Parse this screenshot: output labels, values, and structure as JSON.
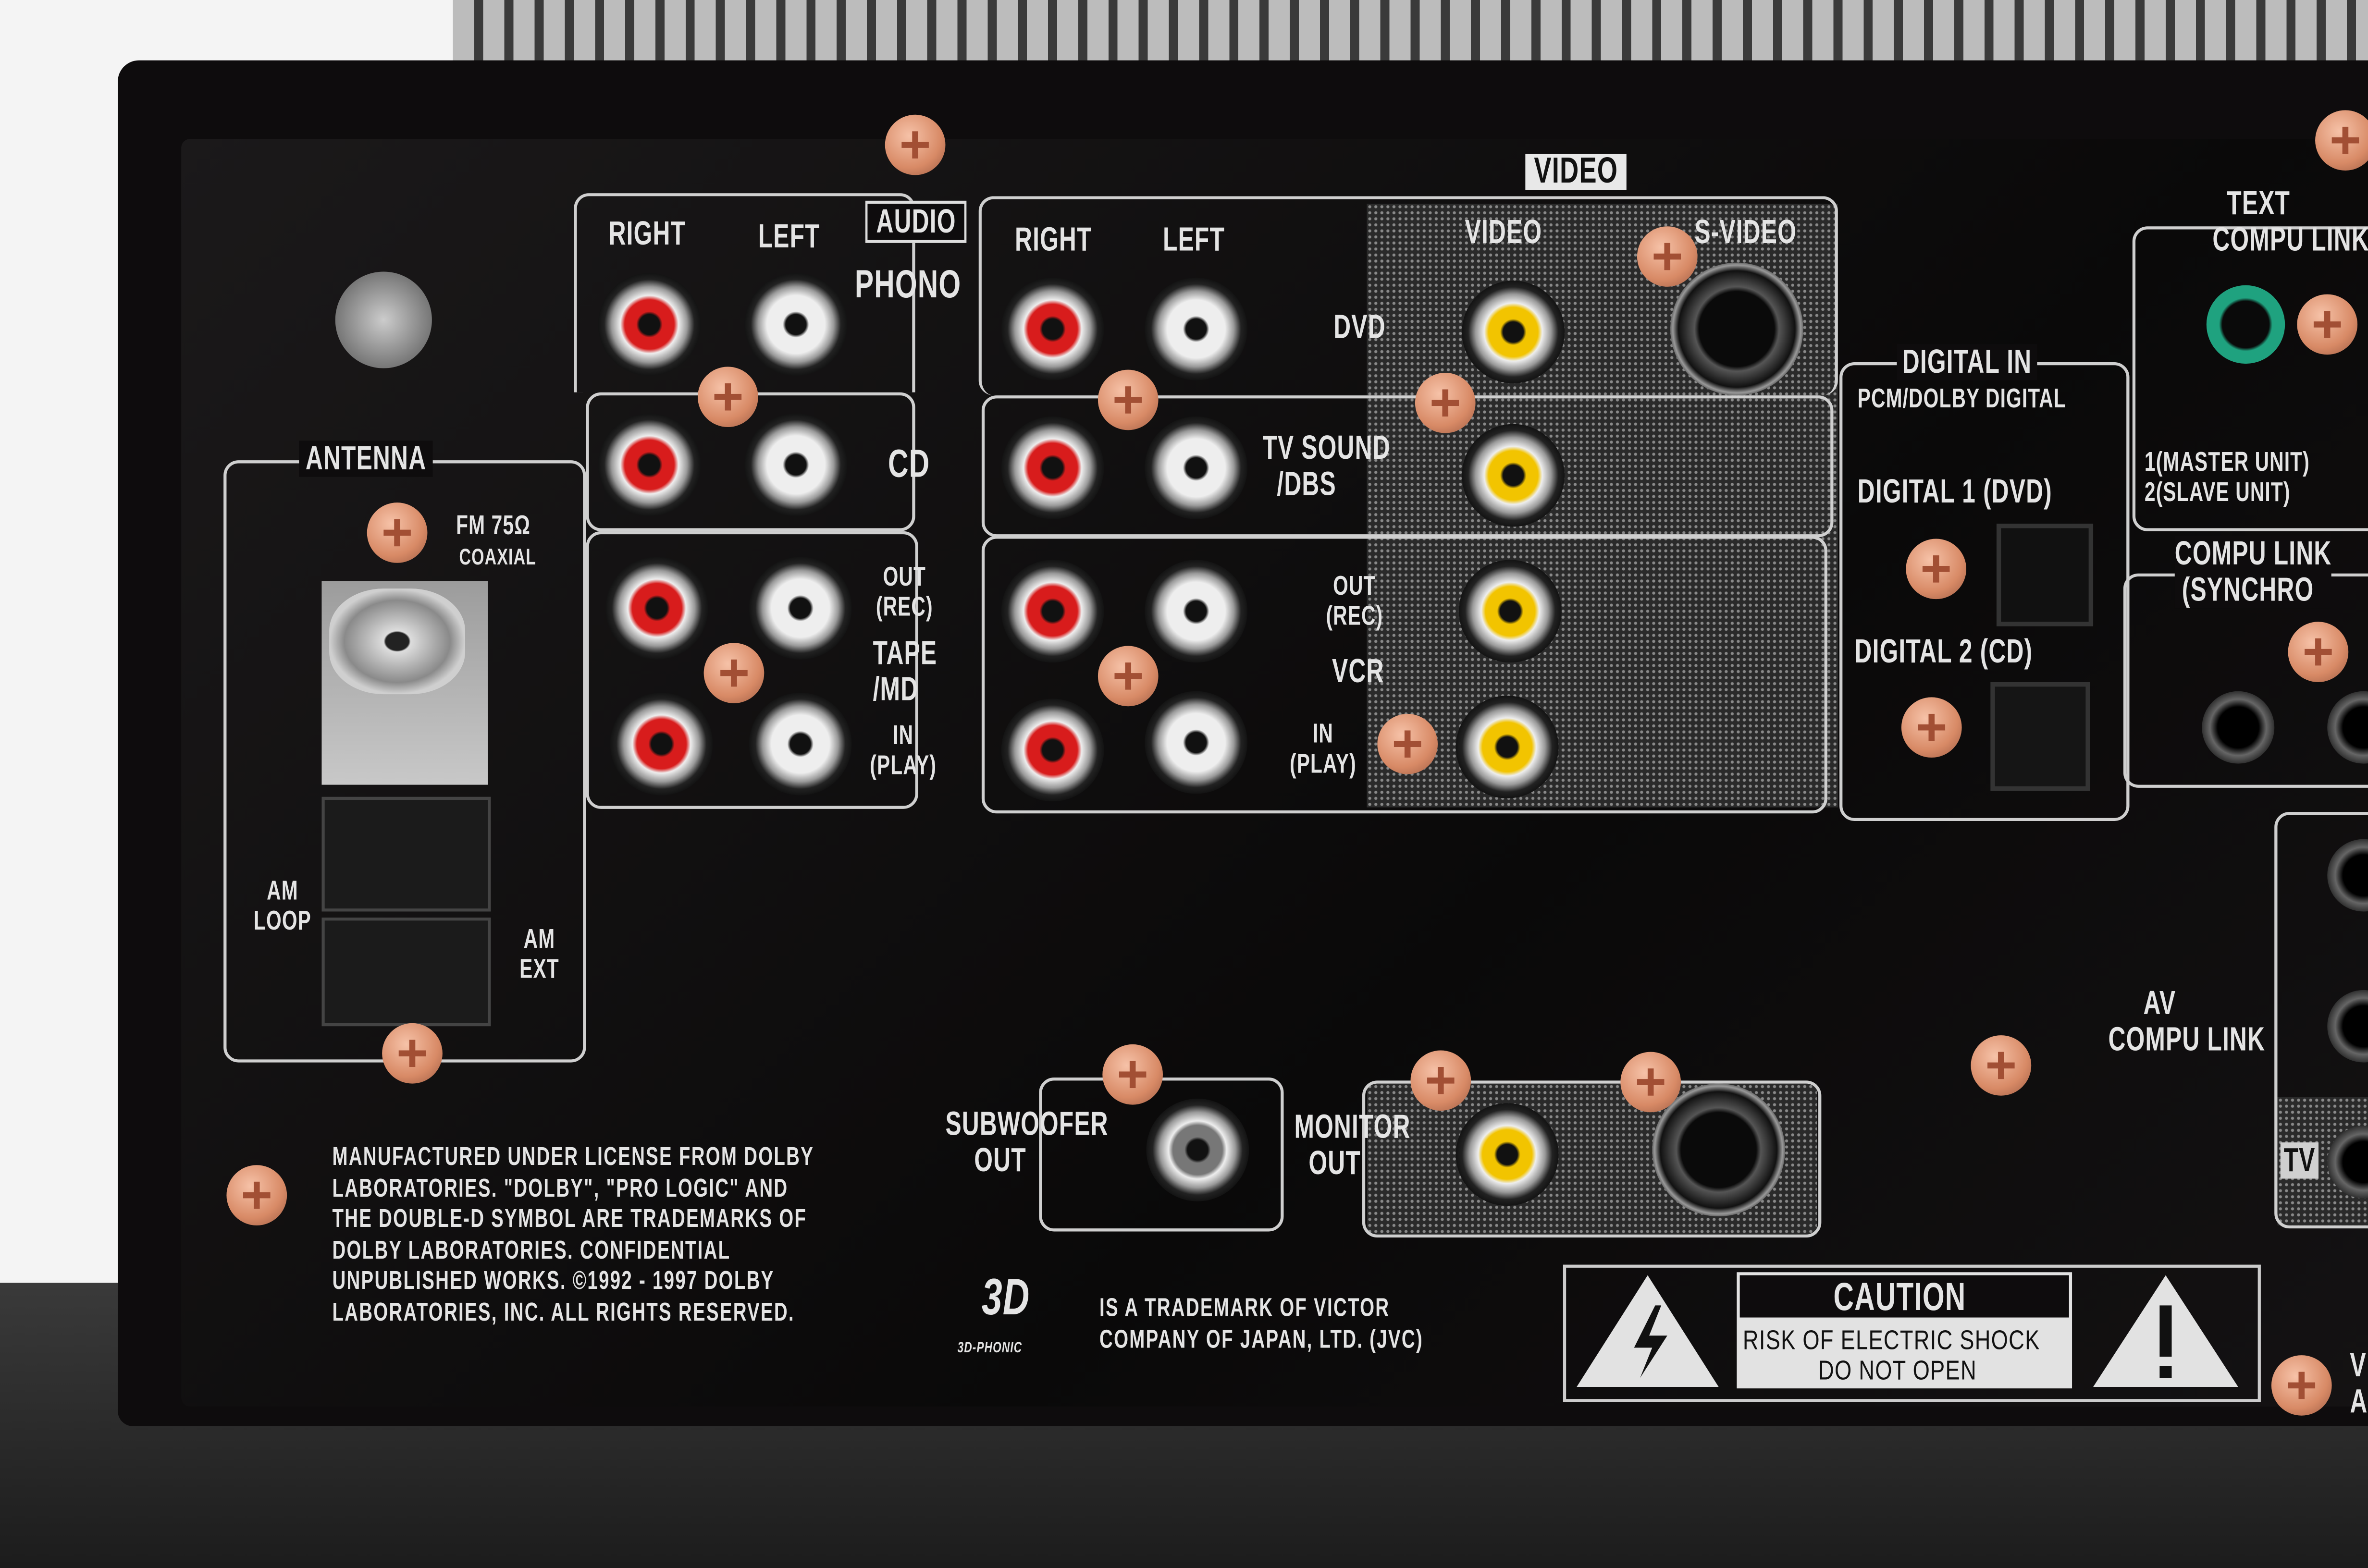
{
  "colors": {
    "panel": "#0e0c0d",
    "label": "#e4e4e4",
    "jack_red": "#d81c1c",
    "jack_white": "#eeeeee",
    "jack_yellow": "#f2c400",
    "jack_green": "#1fa27f",
    "screw": "#d88a66"
  },
  "audio": {
    "header": "AUDIO",
    "right": "RIGHT",
    "left": "LEFT",
    "phono": "PHONO",
    "cd": "CD",
    "tape_out": "OUT\n(REC)",
    "tape": "TAPE\n/MD",
    "tape_in": "IN\n(PLAY)",
    "right2": "RIGHT",
    "left2": "LEFT"
  },
  "video": {
    "header": "VIDEO",
    "video": "VIDEO",
    "svideo": "S-VIDEO",
    "dvd": "DVD",
    "tv_sound": "TV SOUND\n  /DBS",
    "vcr_out": "OUT\n(REC)",
    "vcr": "VCR",
    "vcr_in": "IN\n(PLAY)",
    "monitor_out": "MONITOR\n  OUT"
  },
  "antenna": {
    "header": "ANTENNA",
    "fm": "FM 75Ω",
    "coaxial": "COAXIAL",
    "am_loop": "AM\nLOOP",
    "am_ext": "AM\nEXT"
  },
  "subwoofer": "SUBWOOFER\n    OUT",
  "digital": {
    "header": "DIGITAL IN",
    "sub": "PCM/DOLBY DIGITAL",
    "d1": "DIGITAL 1 (DVD)",
    "d2": "DIGITAL 2 (CD)"
  },
  "compu": {
    "text_link": "  TEXT\nCOMPU LINK",
    "units": "1(MASTER UNIT)\n2(SLAVE UNIT)",
    "synchro": "COMPU LINK\n (SYNCHRO",
    "av_link": "     AV\nCOMPU LINK",
    "tv": "TV"
  },
  "dolby_notice": "MANUFACTURED UNDER LICENSE FROM DOLBY\nLABORATORIES. \"DOLBY\", \"PRO LOGIC\" AND\nTHE DOUBLE-D SYMBOL ARE TRADEMARKS OF\nDOLBY LABORATORIES. CONFIDENTIAL\nUNPUBLISHED WORKS. ©1992 - 1997 DOLBY\nLABORATORIES, INC. ALL RIGHTS RESERVED.",
  "phonic": {
    "logo": "3D",
    "logo_sub": "3D-PHONIC",
    "notice": "IS A TRADEMARK OF VICTOR\nCOMPANY OF JAPAN, LTD. (JVC)"
  },
  "caution": {
    "title": "CAUTION",
    "line1": "RISK OF ELECTRIC SHOCK",
    "line2": "DO NOT OPEN"
  },
  "edge": "V\nA"
}
